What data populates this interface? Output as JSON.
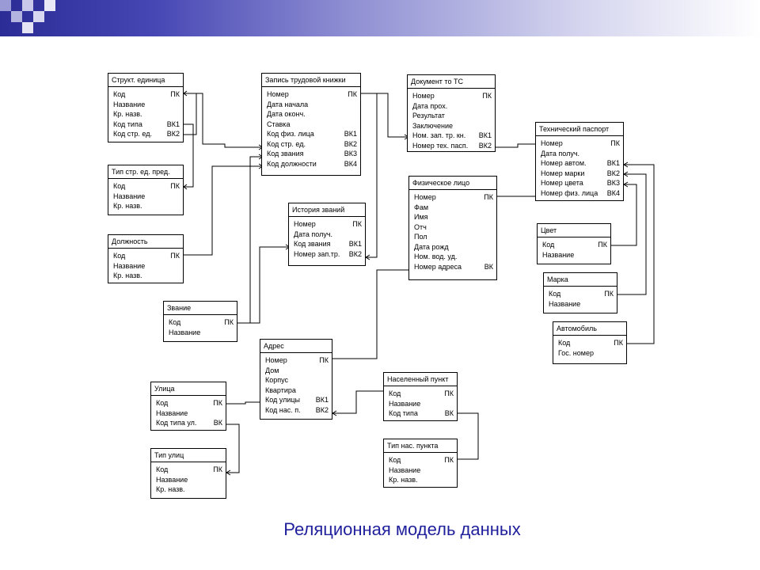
{
  "title": "Реляционная модель данных",
  "colors": {
    "title": "#1f1f9c",
    "lines": "#000000",
    "header_bar": "#2c2c96"
  },
  "entities": {
    "strukt": {
      "name": "Структ. единица",
      "rows": [
        [
          "Код",
          "ПК"
        ],
        [
          "Название",
          ""
        ],
        [
          "Кр. назв.",
          ""
        ],
        [
          "Код типа",
          "ВК1"
        ],
        [
          "Код стр. ед.",
          "ВК2"
        ]
      ]
    },
    "tip_strukt": {
      "name": "Тип стр. ед. пред.",
      "rows": [
        [
          "Код",
          "ПК"
        ],
        [
          "Название",
          ""
        ],
        [
          "Кр. назв.",
          ""
        ]
      ]
    },
    "dolzhnost": {
      "name": "Должность",
      "rows": [
        [
          "Код",
          "ПК"
        ],
        [
          "Название",
          ""
        ],
        [
          "Кр. назв.",
          ""
        ]
      ]
    },
    "zvanie": {
      "name": "Звание",
      "rows": [
        [
          "Код",
          "ПК"
        ],
        [
          "Название",
          ""
        ]
      ]
    },
    "zapis": {
      "name": "Запись трудовой книжки",
      "rows": [
        [
          "Номер",
          "ПК"
        ],
        [
          "Дата начала",
          ""
        ],
        [
          "Дата оконч.",
          ""
        ],
        [
          "Ставка",
          ""
        ],
        [
          "Код физ. лица",
          "ВК1"
        ],
        [
          "Код стр. ед.",
          "ВК2"
        ],
        [
          "Код звания",
          "ВК3"
        ],
        [
          "Код должности",
          "ВК4"
        ]
      ]
    },
    "istoriya": {
      "name": "История званий",
      "rows": [
        [
          "Номер",
          "ПК"
        ],
        [
          "Дата получ.",
          ""
        ],
        [
          "Код звания",
          "ВК1"
        ],
        [
          "Номер зап.тр.",
          "ВК2"
        ]
      ]
    },
    "dokument": {
      "name": "Документ то ТС",
      "rows": [
        [
          "Номер",
          "ПК"
        ],
        [
          "Дата прох.",
          ""
        ],
        [
          "Результат",
          ""
        ],
        [
          "Заключение",
          ""
        ],
        [
          "Ном. зап. тр. кн.",
          "ВК1"
        ],
        [
          "Номер тех. пасп.",
          "ВК2"
        ]
      ]
    },
    "fizlico": {
      "name": "Физическое лицо",
      "rows": [
        [
          "Номер",
          "ПК"
        ],
        [
          "Фам",
          ""
        ],
        [
          "Имя",
          ""
        ],
        [
          "Отч",
          ""
        ],
        [
          "Пол",
          ""
        ],
        [
          "Дата рожд",
          ""
        ],
        [
          "Ном. вод. уд.",
          ""
        ],
        [
          "Номер адреса",
          "ВК"
        ]
      ]
    },
    "techpasport": {
      "name": "Технический паспорт",
      "rows": [
        [
          "Номер",
          "ПК"
        ],
        [
          "Дата получ.",
          ""
        ],
        [
          "Номер автом.",
          "ВК1"
        ],
        [
          "Номер марки",
          "ВК2"
        ],
        [
          "Номер цвета",
          "ВК3"
        ],
        [
          "Номер физ. лица",
          "ВК4"
        ]
      ]
    },
    "cvet": {
      "name": "Цвет",
      "rows": [
        [
          "Код",
          "ПК"
        ],
        [
          "Название",
          ""
        ]
      ]
    },
    "marka": {
      "name": "Марка",
      "rows": [
        [
          "Код",
          "ПК"
        ],
        [
          "Название",
          ""
        ]
      ]
    },
    "avtomobil": {
      "name": "Автомобиль",
      "rows": [
        [
          "Код",
          "ПК"
        ],
        [
          "Гос. номер",
          ""
        ]
      ]
    },
    "adres": {
      "name": "Адрес",
      "rows": [
        [
          "Номер",
          "ПК"
        ],
        [
          "Дом",
          ""
        ],
        [
          "Корпус",
          ""
        ],
        [
          "Квартира",
          ""
        ],
        [
          "Код улицы",
          "ВК1"
        ],
        [
          "Код нас. п.",
          "ВК2"
        ]
      ]
    },
    "naspunkt": {
      "name": "Населенный пункт",
      "rows": [
        [
          "Код",
          "ПК"
        ],
        [
          "Название",
          ""
        ],
        [
          "Код типа",
          "ВК"
        ]
      ]
    },
    "tipnas": {
      "name": "Тип нас. пункта",
      "rows": [
        [
          "Код",
          "ПК"
        ],
        [
          "Название",
          ""
        ],
        [
          "Кр. назв.",
          ""
        ]
      ]
    },
    "ulica": {
      "name": "Улица",
      "rows": [
        [
          "Код",
          "ПК"
        ],
        [
          "Название",
          ""
        ],
        [
          "Код типа ул.",
          "ВК"
        ]
      ]
    },
    "tipulic": {
      "name": "Тип улиц",
      "rows": [
        [
          "Код",
          "ПК"
        ],
        [
          "Название",
          ""
        ],
        [
          "Кр. назв.",
          ""
        ]
      ]
    }
  }
}
